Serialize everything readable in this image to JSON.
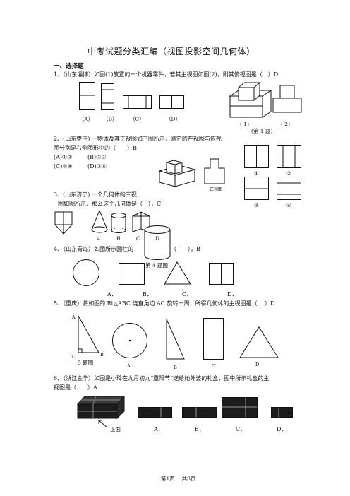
{
  "title": "中考试题分类汇编（视图投影空间几何体）",
  "section1": "一、选择题",
  "q1": {
    "text": "1、（山东淄博）如图(1)放置的一个机器零件，若其主视图如图(2)，则其俯视图是（　）D",
    "options": [
      "（A）",
      "（B）",
      "（C）",
      "（D）"
    ],
    "fig_labels": [
      "( 1)",
      "( 2)"
    ],
    "caption": "(第 1 题)"
  },
  "q2": {
    "line1": "2、(山东枣庄) 一物体及其正视图如下图所示，则它的左视图与俯视",
    "line2": "图分别是右侧图形中的（　　）B",
    "opt_row1": [
      "(A)①②",
      "(B)③②"
    ],
    "opt_row2": [
      "(C)①④",
      "(D)③④"
    ],
    "front_label": "正视图",
    "circle_labels": [
      "①",
      "②",
      "③",
      "④"
    ]
  },
  "q3": {
    "line1": "3、(山东济宁) 一个几何体的三视",
    "line2": "图如图所示，那么这个几何体是（　），C",
    "options": [
      "A",
      "B",
      "C",
      "D"
    ]
  },
  "q4": {
    "text": "4、（山东青岛）如图所示圆柱的",
    "text_tail": "（　　），B",
    "fig_label": "第 4 题图",
    "options": [
      "A．",
      "B．",
      "C．",
      "D．"
    ]
  },
  "q5": {
    "text": "5、（重庆）将如图的 Rt△ABC 绕直角边 AC 旋转一周，所得几何体的主视图是（　 ）D",
    "tri_labels": [
      "A",
      "C",
      "B"
    ],
    "fig_label": "5 题图",
    "options": [
      "A",
      "B",
      "C",
      "D"
    ]
  },
  "q6": {
    "line1": "6、（浙江金华）如图是小玲在九月初九“重阳节”送给她外婆的礼盒，图中所示礼盒的主",
    "line2": "视图是（　　）A",
    "front_label": "正面",
    "options": [
      "A．",
      "B．",
      "C．",
      "D．"
    ]
  },
  "footer": "第1页　 共8页"
}
